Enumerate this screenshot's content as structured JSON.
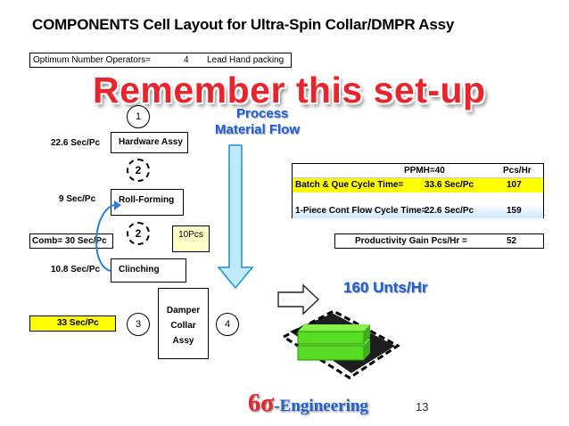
{
  "title": "COMPONENTS Cell Layout for Ultra-Spin Collar/DMPR Assy",
  "operators_bar": {
    "label": "Optimum Number Operators=",
    "value": "4",
    "note": "Lead Hand packing"
  },
  "banner": "Remember this set-up",
  "process_heading": {
    "line1": "Process",
    "line2": "Material Flow"
  },
  "stations": [
    {
      "circle": "1",
      "sec": "22.6 Sec/Pc",
      "box": "Hardware Assy"
    },
    {
      "circle": "2",
      "sec": "9 Sec/Pc",
      "box": "Roll-Forming"
    },
    {
      "circle": "2",
      "sec": "Comb= 30 Sec/Pc",
      "buffer": "10Pcs"
    },
    {
      "sec": "10.8 Sec/Pc",
      "box": "Clinching"
    }
  ],
  "damper": {
    "tag": "33 Sec/Pc",
    "left_circle": "3",
    "right_circle": "4",
    "line1": "Damper",
    "line2": "Collar",
    "line3": "Assy"
  },
  "cycle_table": {
    "header": "PPMH=40",
    "header_right": "Pcs/Hr",
    "rows": [
      {
        "label": "Batch & Que Cycle Time=",
        "sec": "33.6 Sec/Pc",
        "pcs": "107"
      },
      {
        "label": "1-Piece Cont Flow Cycle Time=",
        "sec": "22.6 Sec/Pc",
        "pcs": "159"
      }
    ]
  },
  "gain": {
    "label": "Productivity Gain Pcs/Hr =",
    "value": "52"
  },
  "units_per_hour": "160 Unts/Hr",
  "logo": {
    "sigma": "6σ",
    "text": "-Engineering"
  },
  "page_number": "13",
  "colors": {
    "banner_red": "#e8242c",
    "heading_blue": "#1f5fd6",
    "highlight_yellow": "#ffff00",
    "arrow_fill": "#bfeaff",
    "box_green": "#55dd22",
    "row_blue": "#cfe6ff"
  },
  "icons": [
    "flow-down-arrow-icon",
    "flow-right-arrow-icon",
    "return-loop-arrow-icon",
    "product-boxes-icon"
  ]
}
